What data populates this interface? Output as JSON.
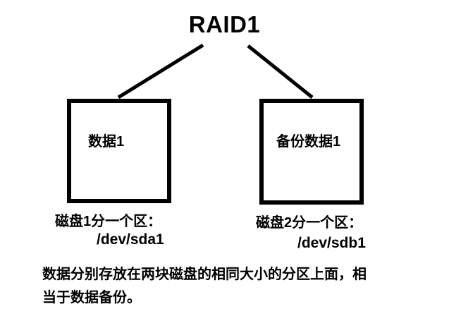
{
  "diagram": {
    "title": "RAID1",
    "nodes": [
      {
        "id": "disk1",
        "box_label": "数据1",
        "partition_caption": "磁盘1分一个区：",
        "device_path": "/dev/sda1"
      },
      {
        "id": "disk2",
        "box_label": "备份数据1",
        "partition_caption": "磁盘2分一个区：",
        "device_path": "/dev/sdb1"
      }
    ],
    "caption_lines": [
      "数据分别存放在两块磁盘的相同大小的分区上面，相",
      "当于数据备份。"
    ],
    "colors": {
      "ink": "#000000",
      "background": "#ffffff"
    }
  }
}
